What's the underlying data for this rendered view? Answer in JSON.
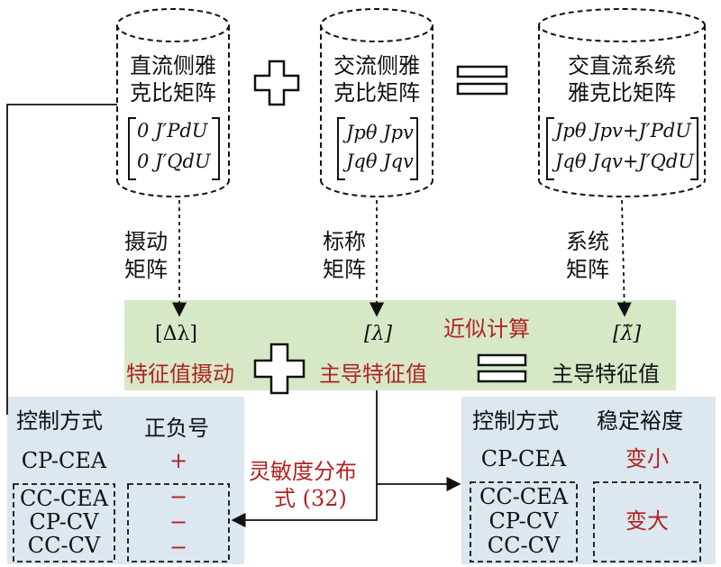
{
  "cylinders": {
    "dc": {
      "title_line1": "直流侧雅",
      "title_line2": "克比矩阵",
      "matrix_row1": "0   J′PdU",
      "matrix_row2": "0   J′QdU"
    },
    "ac": {
      "title_line1": "交流侧雅",
      "title_line2": "克比矩阵",
      "matrix_row1": "Jpθ Jpv",
      "matrix_row2": "Jqθ Jqv"
    },
    "system": {
      "title_line1": "交直流系统",
      "title_line2": "雅克比矩阵",
      "matrix_row1": "Jpθ   Jpv+J′PdU",
      "matrix_row2": "Jqθ   Jqv+J′QdU"
    }
  },
  "operators": {
    "plus": "+",
    "equals": "="
  },
  "arrow_labels": {
    "perturb_line1": "摄动",
    "perturb_line2": "矩阵",
    "nominal_line1": "标称",
    "nominal_line2": "矩阵",
    "system_line1": "系统",
    "system_line2": "矩阵"
  },
  "green_band": {
    "delta_lambda": "[Δλ]",
    "lambda": "[λ]",
    "lambda_tilde": "[λ̃]",
    "approx_calc": "近似计算",
    "eigen_perturb": "特征值摄动",
    "dominant_eigen_1": "主导特征值",
    "dominant_eigen_2": "主导特征值"
  },
  "left_table": {
    "header_mode": "控制方式",
    "header_sign": "正负号",
    "rows": [
      {
        "mode": "CP-CEA",
        "sign": "+"
      },
      {
        "mode": "CC-CEA",
        "sign": "−"
      },
      {
        "mode": "CP-CV",
        "sign": "−"
      },
      {
        "mode": "CC-CV",
        "sign": "−"
      }
    ]
  },
  "right_table": {
    "header_mode": "控制方式",
    "header_margin": "稳定裕度",
    "row1_mode": "CP-CEA",
    "row1_value": "变小",
    "group_modes": [
      "CC-CEA",
      "CP-CV",
      "CC-CV"
    ],
    "group_value": "变大"
  },
  "formula_label": {
    "line1": "灵敏度分布",
    "line2": "式 (32)"
  },
  "colors": {
    "green": "#d7e8c6",
    "blue": "#dce7ef",
    "red": "#b22222",
    "line": "#111111"
  }
}
